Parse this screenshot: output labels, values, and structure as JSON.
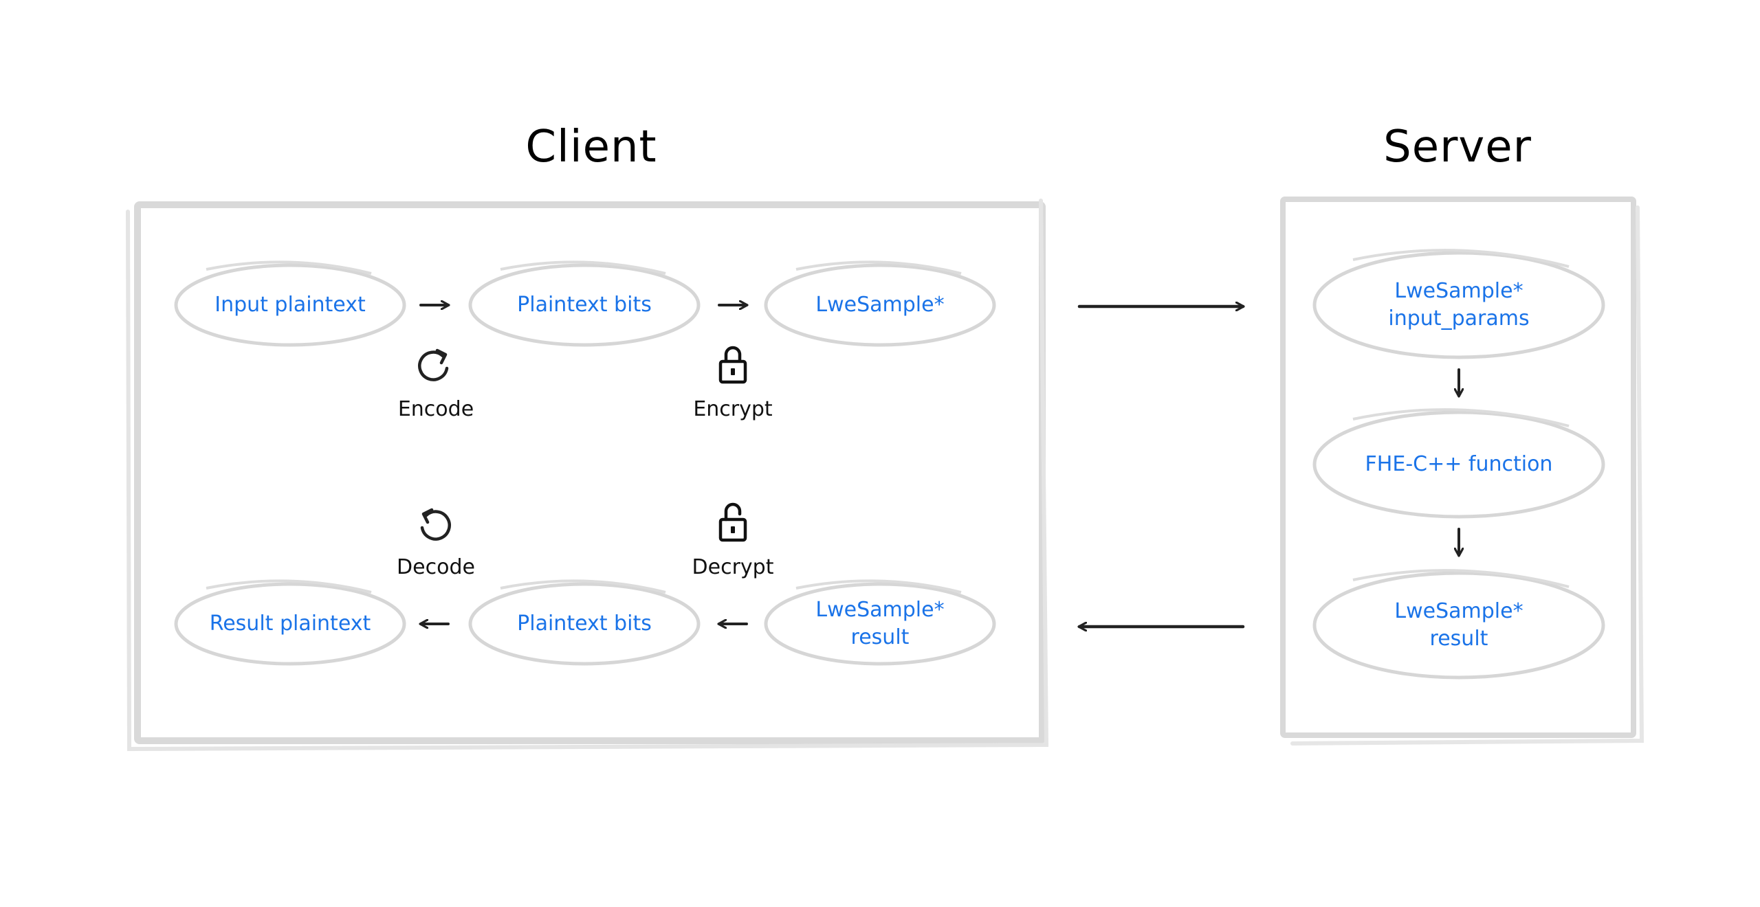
{
  "titles": {
    "client": "Client",
    "server": "Server"
  },
  "client": {
    "top_row": [
      "Input plaintext",
      "Plaintext bits",
      "LweSample*"
    ],
    "bottom_row": [
      "Result plaintext",
      "Plaintext bits",
      "LweSample*\nresult"
    ],
    "operations": {
      "encode": "Encode",
      "encrypt": "Encrypt",
      "decode": "Decode",
      "decrypt": "Decrypt"
    }
  },
  "server": {
    "nodes": [
      "LweSample*\ninput_params",
      "FHE-C++ function",
      "LweSample*\nresult"
    ]
  },
  "icons": {
    "encode": "refresh-clockwise-icon",
    "encrypt": "lock-closed-icon",
    "decode": "refresh-counterclockwise-icon",
    "decrypt": "lock-open-icon"
  },
  "colors": {
    "node_text": "#1a73e8",
    "node_border": "#d6d6d6",
    "box_border": "#d9d9d9",
    "arrow": "#222222",
    "text": "#000000"
  }
}
